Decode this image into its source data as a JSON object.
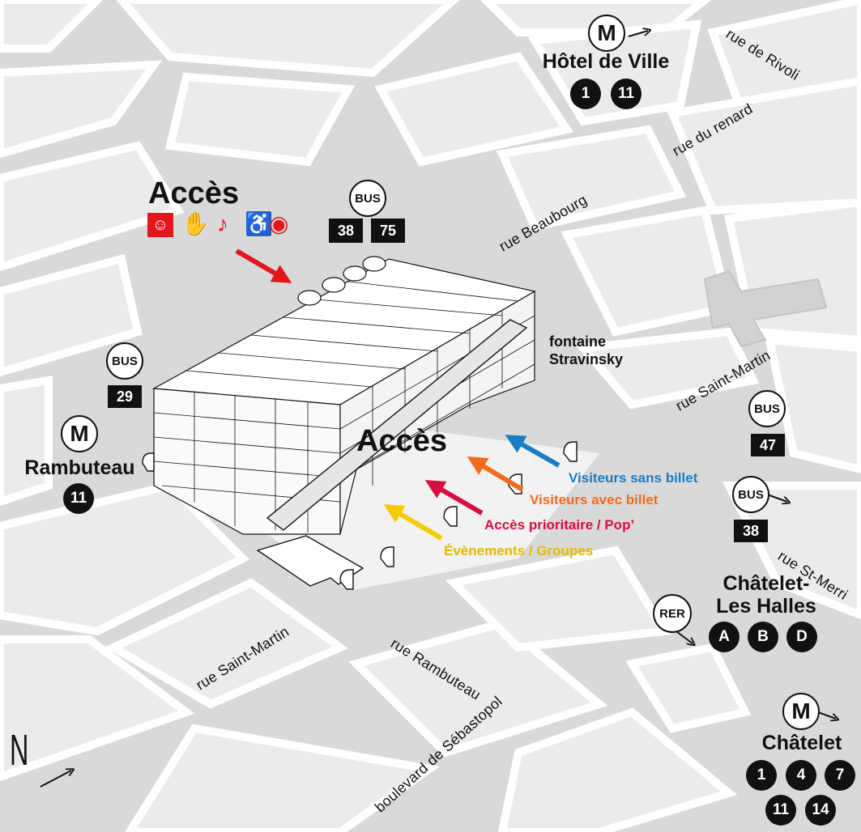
{
  "colors": {
    "background": "#d9d9d9",
    "block": "#ebebeb",
    "street": "#ffffff",
    "ink": "#111111",
    "access_red": "#e4161d",
    "blue": "#1a7dc4",
    "orange": "#f26a1b",
    "crimson": "#d90d3e",
    "yellow": "#f6c900"
  },
  "streets": {
    "rivoli": "rue de Rivoli",
    "renard": "rue du renard",
    "beaubourg": "rue Beaubourg",
    "saint_martin_east": "rue Saint-Martin",
    "saint_merri": "rue St-Merri",
    "rambuteau": "rue Rambuteau",
    "saint_martin_west": "rue Saint-Martin",
    "sebastopol": "boulevard de Sébastopol"
  },
  "landmarks": {
    "fontaine_line1": "fontaine",
    "fontaine_line2": "Stravinsky"
  },
  "metro_symbol": "M",
  "bus_symbol": "BUS",
  "rer_symbol": "RER",
  "stations": {
    "hotel_de_ville": {
      "name": "Hôtel de Ville",
      "lines": [
        "1",
        "11"
      ]
    },
    "rambuteau": {
      "name": "Rambuteau",
      "lines": [
        "11"
      ]
    },
    "chatelet_les_halles": {
      "name_line1": "Châtelet-",
      "name_line2": "Les Halles",
      "lines": [
        "A",
        "B",
        "D"
      ]
    },
    "chatelet": {
      "name": "Châtelet",
      "lines": [
        "1",
        "4",
        "7",
        "11",
        "14"
      ]
    }
  },
  "bus_stops": {
    "north": [
      "38",
      "75"
    ],
    "west": [
      "29"
    ],
    "east": [
      "47"
    ],
    "southeast": [
      "38"
    ]
  },
  "access": {
    "title_north": "Accès",
    "title_main": "Accès",
    "accessibility_icons": [
      "mental-disability-icon",
      "sign-language-icon",
      "hearing-impaired-icon",
      "wheelchair-icon",
      "visual-impaired-icon"
    ],
    "entrances": [
      {
        "label": "Visiteurs sans billet",
        "color": "#1a7dc4"
      },
      {
        "label": "Visiteurs avec billet",
        "color": "#f26a1b"
      },
      {
        "label": "Accès prioritaire / Pop’",
        "color": "#d90d3e"
      },
      {
        "label": "Évènements / Groupes",
        "color": "#f6c900"
      }
    ]
  },
  "north_arrow": "N"
}
